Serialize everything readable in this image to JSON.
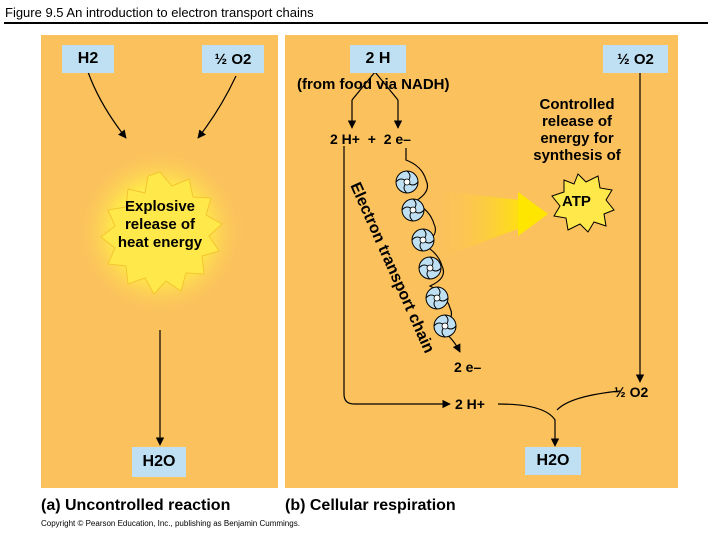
{
  "header": {
    "title": "Figure 9.5  An introduction to electron transport chains"
  },
  "panel_a": {
    "h2_box": "H2",
    "o2_box": "½ O2",
    "explosion_text": "Explosive release of heat energy",
    "h2o_box": "H2O",
    "caption": "(a) Uncontrolled reaction"
  },
  "panel_b": {
    "two_h_box": "2 H",
    "from_food": "(from food via NADH)",
    "half_o2_box": "½ O2",
    "protons_electrons": "2 H+  +  2 e–",
    "controlled_text": "Controlled release of energy for synthesis of",
    "atp": "ATP",
    "etc_label": "Electron transport chain",
    "two_e": "2 e–",
    "two_h_plus": "2 H+",
    "half_o2_label": "½ O2",
    "h2o_box": "H2O",
    "caption": "(b) Cellular respiration"
  },
  "footer": {
    "copyright": "Copyright © Pearson Education, Inc., publishing as Benjamin Cummings."
  },
  "colors": {
    "panel": "#fbc15d",
    "box": "#bfe0f2",
    "burst": "#ffe84a",
    "arrow": "#000000"
  }
}
